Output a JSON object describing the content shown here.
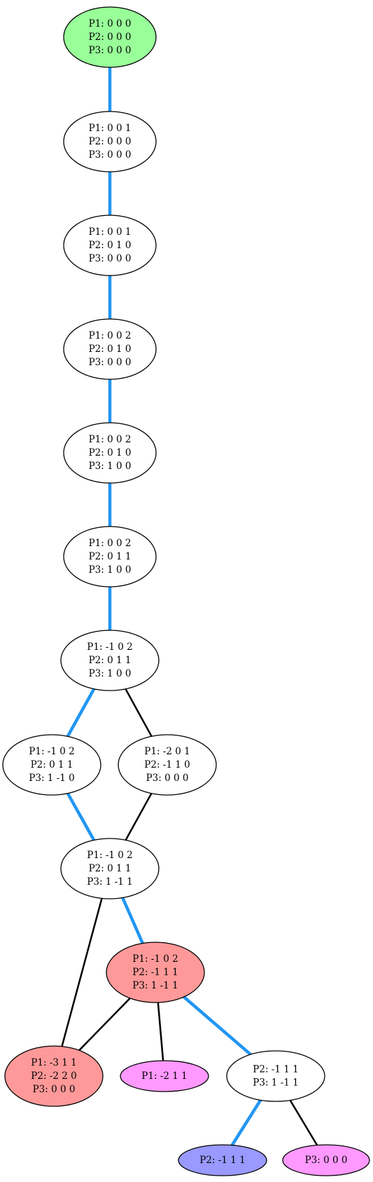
{
  "colors": {
    "highlight_edge": "#2196f3",
    "normal_edge": "#000000",
    "node_default": "#ffffff",
    "node_green": "#99ff99",
    "node_red": "#ff9999",
    "node_pink": "#ff99ff",
    "node_blue": "#9999ff"
  },
  "nodes": [
    {
      "id": "n1",
      "fill": "green",
      "lines": [
        "P1: 0 0 0",
        "P2: 0 0 0",
        "P3: 0 0 0"
      ]
    },
    {
      "id": "n2",
      "fill": "default",
      "lines": [
        "P1: 0 0 1",
        "P2: 0 0 0",
        "P3: 0 0 0"
      ]
    },
    {
      "id": "n3",
      "fill": "default",
      "lines": [
        "P1: 0 0 1",
        "P2: 0 1 0",
        "P3: 0 0 0"
      ]
    },
    {
      "id": "n4",
      "fill": "default",
      "lines": [
        "P1: 0 0 2",
        "P2: 0 1 0",
        "P3: 0 0 0"
      ]
    },
    {
      "id": "n5",
      "fill": "default",
      "lines": [
        "P1: 0 0 2",
        "P2: 0 1 0",
        "P3: 1 0 0"
      ]
    },
    {
      "id": "n6",
      "fill": "default",
      "lines": [
        "P1: 0 0 2",
        "P2: 0 1 1",
        "P3: 1 0 0"
      ]
    },
    {
      "id": "n7",
      "fill": "default",
      "lines": [
        "P1: -1 0 2",
        "P2: 0 1 1",
        "P3: 1 0 0"
      ]
    },
    {
      "id": "n8",
      "fill": "default",
      "lines": [
        "P1: -1 0 2",
        "P2: 0 1 1",
        "P3: 1 -1 0"
      ]
    },
    {
      "id": "n9",
      "fill": "default",
      "lines": [
        "P1: -2 0 1",
        "P2: -1 1 0",
        "P3: 0 0 0"
      ]
    },
    {
      "id": "n10",
      "fill": "default",
      "lines": [
        "P1: -1 0 2",
        "P2: 0 1 1",
        "P3: 1 -1 1"
      ]
    },
    {
      "id": "n11",
      "fill": "red",
      "lines": [
        "P1: -1 0 2",
        "P2: -1 1 1",
        "P3: 1 -1 1"
      ]
    },
    {
      "id": "n12",
      "fill": "red",
      "lines": [
        "P1: -3 1 1",
        "P2: -2 2 0",
        "P3: 0 0 0"
      ]
    },
    {
      "id": "n13",
      "fill": "pink",
      "lines": [
        "P1: -2 1 1"
      ]
    },
    {
      "id": "n14",
      "fill": "default",
      "lines": [
        "P2: -1 1 1",
        "P3: 1 -1 1"
      ]
    },
    {
      "id": "n15",
      "fill": "blue",
      "lines": [
        "P2: -1 1 1"
      ]
    },
    {
      "id": "n16",
      "fill": "pink",
      "lines": [
        "P3: 0 0 0"
      ]
    }
  ],
  "edges": [
    {
      "from": "n1",
      "to": "n2",
      "highlight": true
    },
    {
      "from": "n2",
      "to": "n3",
      "highlight": true
    },
    {
      "from": "n3",
      "to": "n4",
      "highlight": true
    },
    {
      "from": "n4",
      "to": "n5",
      "highlight": true
    },
    {
      "from": "n5",
      "to": "n6",
      "highlight": true
    },
    {
      "from": "n6",
      "to": "n7",
      "highlight": true
    },
    {
      "from": "n7",
      "to": "n8",
      "highlight": true
    },
    {
      "from": "n7",
      "to": "n9",
      "highlight": false
    },
    {
      "from": "n8",
      "to": "n10",
      "highlight": true
    },
    {
      "from": "n9",
      "to": "n10",
      "highlight": false
    },
    {
      "from": "n10",
      "to": "n11",
      "highlight": true
    },
    {
      "from": "n10",
      "to": "n12",
      "highlight": false
    },
    {
      "from": "n11",
      "to": "n12",
      "highlight": false
    },
    {
      "from": "n11",
      "to": "n13",
      "highlight": false
    },
    {
      "from": "n11",
      "to": "n14",
      "highlight": true
    },
    {
      "from": "n14",
      "to": "n15",
      "highlight": true
    },
    {
      "from": "n14",
      "to": "n16",
      "highlight": false
    }
  ]
}
